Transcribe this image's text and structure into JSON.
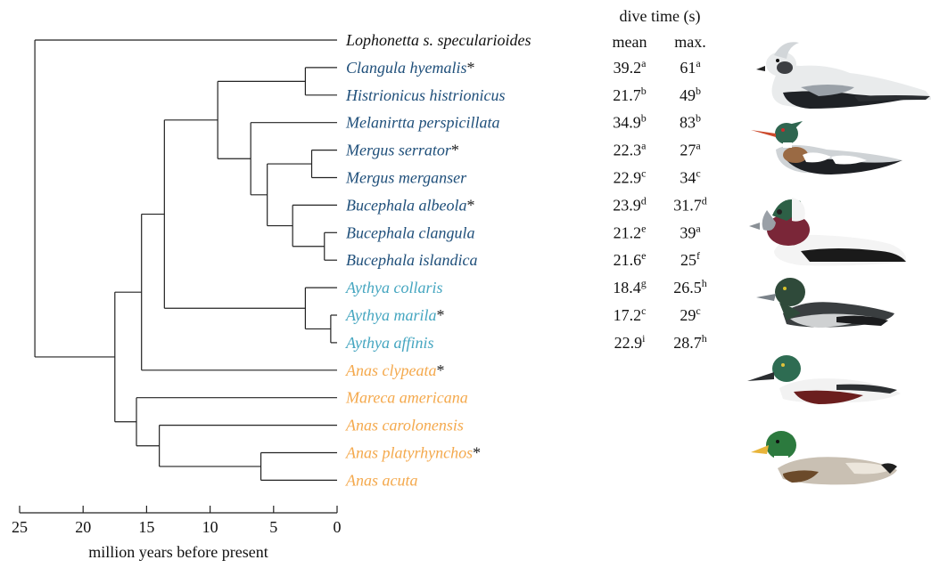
{
  "tree": {
    "species": [
      {
        "name": "Lophonetta s. specularioides",
        "star": false,
        "color": "#111111"
      },
      {
        "name": "Clangula hyemalis",
        "star": true,
        "color": "#1f4f7a"
      },
      {
        "name": "Histrionicus histrionicus",
        "star": false,
        "color": "#1f4f7a"
      },
      {
        "name": "Melanirtta perspicillata",
        "star": false,
        "color": "#1f4f7a"
      },
      {
        "name": "Mergus serrator",
        "star": true,
        "color": "#1f4f7a"
      },
      {
        "name": "Mergus merganser",
        "star": false,
        "color": "#1f4f7a"
      },
      {
        "name": "Bucephala albeola",
        "star": true,
        "color": "#1f4f7a"
      },
      {
        "name": "Bucephala clangula",
        "star": false,
        "color": "#1f4f7a"
      },
      {
        "name": "Bucephala islandica",
        "star": false,
        "color": "#1f4f7a"
      },
      {
        "name": "Aythya collaris",
        "star": false,
        "color": "#45a6c0"
      },
      {
        "name": "Aythya marila",
        "star": true,
        "color": "#45a6c0"
      },
      {
        "name": "Aythya affinis",
        "star": false,
        "color": "#45a6c0"
      },
      {
        "name": "Anas clypeata",
        "star": true,
        "color": "#f4a94d"
      },
      {
        "name": "Mareca americana",
        "star": false,
        "color": "#f4a94d"
      },
      {
        "name": "Anas carolonensis",
        "star": false,
        "color": "#f4a94d"
      },
      {
        "name": "Anas platyrhynchos",
        "star": true,
        "color": "#f4a94d"
      },
      {
        "name": "Anas acuta",
        "star": false,
        "color": "#f4a94d"
      }
    ],
    "nodes": [
      {
        "id": "n_hist",
        "age": 2.5,
        "children": [
          1,
          2
        ]
      },
      {
        "id": "n_merg",
        "age": 2.0,
        "children": [
          4,
          5
        ]
      },
      {
        "id": "n_buc2",
        "age": 1.0,
        "children": [
          7,
          8
        ]
      },
      {
        "id": "n_buc",
        "age": 3.5,
        "children": [
          6,
          "n_buc2"
        ]
      },
      {
        "id": "n_mb",
        "age": 5.5,
        "children": [
          "n_merg",
          "n_buc"
        ]
      },
      {
        "id": "n_mel",
        "age": 6.8,
        "children": [
          3,
          "n_mb"
        ]
      },
      {
        "id": "n_sea",
        "age": 9.4,
        "children": [
          "n_hist",
          "n_mel"
        ]
      },
      {
        "id": "n_ay2",
        "age": 0.5,
        "children": [
          10,
          11
        ]
      },
      {
        "id": "n_ay",
        "age": 2.5,
        "children": [
          9,
          "n_ay2"
        ]
      },
      {
        "id": "n_div",
        "age": 13.6,
        "children": [
          "n_sea",
          "n_ay"
        ]
      },
      {
        "id": "n_clyp",
        "age": 15.4,
        "children": [
          "n_div",
          12
        ]
      },
      {
        "id": "n_acuta",
        "age": 6.0,
        "children": [
          15,
          16
        ]
      },
      {
        "id": "n_caro",
        "age": 14.0,
        "children": [
          14,
          "n_acuta"
        ]
      },
      {
        "id": "n_mar",
        "age": 15.8,
        "children": [
          13,
          "n_caro"
        ]
      },
      {
        "id": "n_ana",
        "age": 17.5,
        "children": [
          "n_clyp",
          "n_mar"
        ]
      },
      {
        "id": "n_root",
        "age": 23.8,
        "children": [
          0,
          "n_ana"
        ]
      }
    ]
  },
  "axis": {
    "label": "million years before present",
    "range": [
      25,
      0
    ],
    "ticks": [
      "25",
      "20",
      "15",
      "10",
      "5",
      "0"
    ]
  },
  "dive_table": {
    "title": "dive time (s)",
    "headers": [
      "mean",
      "max."
    ],
    "rows": [
      {
        "mean": "39.2",
        "mean_sup": "a",
        "max": "61",
        "max_sup": "a"
      },
      {
        "mean": "21.7",
        "mean_sup": "b",
        "max": "49",
        "max_sup": "b"
      },
      {
        "mean": "34.9",
        "mean_sup": "b",
        "max": "83",
        "max_sup": "b"
      },
      {
        "mean": "22.3",
        "mean_sup": "a",
        "max": "27",
        "max_sup": "a"
      },
      {
        "mean": "22.9",
        "mean_sup": "c",
        "max": "34",
        "max_sup": "c"
      },
      {
        "mean": "23.9",
        "mean_sup": "d",
        "max": "31.7",
        "max_sup": "d"
      },
      {
        "mean": "21.2",
        "mean_sup": "e",
        "max": "39",
        "max_sup": "a"
      },
      {
        "mean": "21.6",
        "mean_sup": "e",
        "max": "25",
        "max_sup": "f"
      },
      {
        "mean": "18.4",
        "mean_sup": "g",
        "max": "26.5",
        "max_sup": "h"
      },
      {
        "mean": "17.2",
        "mean_sup": "c",
        "max": "29",
        "max_sup": "c"
      },
      {
        "mean": "22.9",
        "mean_sup": "i",
        "max": "28.7",
        "max_sup": "h"
      }
    ]
  },
  "illustrations": [
    "long-tailed-duck-icon",
    "merganser-icon",
    "bufflehead-icon",
    "scaup-icon",
    "shoveler-icon",
    "mallard-icon"
  ]
}
